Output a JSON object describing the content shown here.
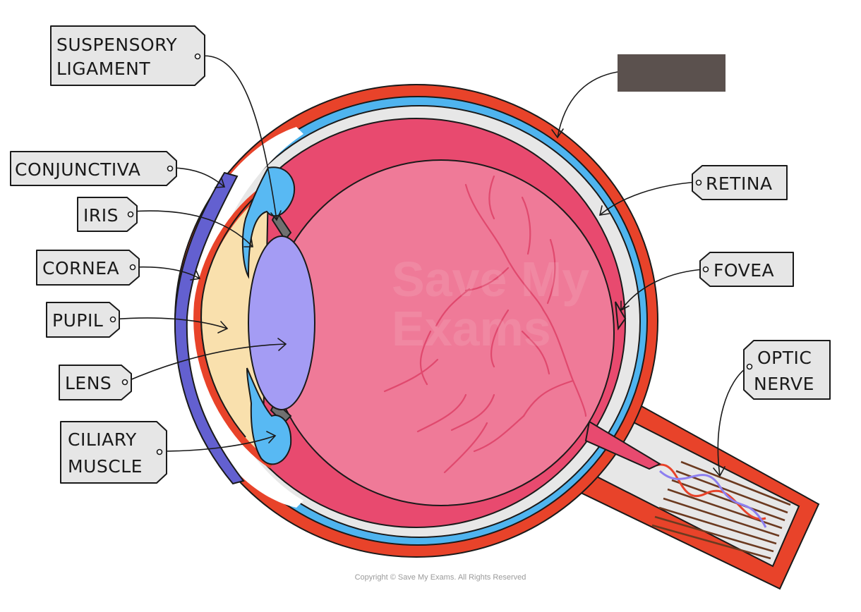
{
  "labels": {
    "suspensory_ligament": [
      "SUSPENSORY",
      "LIGAMENT"
    ],
    "conjunctiva": "CONJUNCTIVA",
    "iris": "IRIS",
    "cornea": "CORNEA",
    "pupil": "PUPIL",
    "lens": "LENS",
    "ciliary_muscle": [
      "CILIARY",
      "MUSCLE"
    ],
    "retina": "RETINA",
    "fovea": "FOVEA",
    "optic_nerve": [
      "OPTIC",
      "NERVE"
    ]
  },
  "watermark": [
    "Save My",
    "Exams"
  ],
  "copyright": "Copyright © Save My Exams. All Rights Reserved",
  "colors": {
    "sclera": "#e8432a",
    "choroid": "#4fb4ef",
    "retina": "#e84a6f",
    "vitreous": "#ef7a98",
    "lens": "#a49cf4",
    "aqueous": "#f9e0ad",
    "conjunctiva": "#6360d0",
    "ciliary": "#58b9f3",
    "hidden_label_box": "#5b514e",
    "tag_fill": "#e6e6e6"
  }
}
